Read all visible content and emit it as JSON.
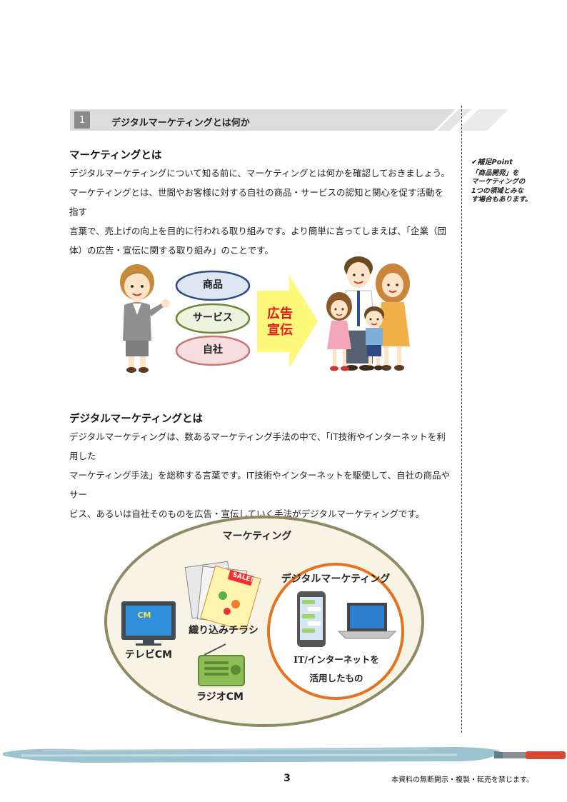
{
  "section": {
    "number": "1",
    "title": "デジタルマーケティングとは何か"
  },
  "side_note": {
    "heading": "✔補足Point",
    "lines": [
      "「商品開発」を",
      "マーケティングの",
      "1つの領域とみな",
      "す場合もあります。"
    ]
  },
  "marketing": {
    "heading": "マーケティングとは",
    "lines": [
      "デジタルマーケティングについて知る前に、マーケティングとは何かを確認しておきましょう。",
      "マーケティングとは、世間やお客様に対する自社の商品・サービスの認知と関心を促す活動を指す",
      "言葉で、売上げの向上を目的に行われる取り組みです。より簡単に言ってしまえば、「企業（団",
      "体）の広告・宣伝に関する取り組み」のことです。"
    ]
  },
  "figure1": {
    "ovals": [
      "商品",
      "サービス",
      "自社"
    ],
    "arrow_lines": [
      "広告",
      "宣伝"
    ],
    "colors": {
      "oval1": "#dde6f3",
      "oval2": "#eef3df",
      "oval3": "#f6dede",
      "arrow": "#fef97a",
      "arrow_text": "#e8171f"
    }
  },
  "digital": {
    "heading": "デジタルマーケティングとは",
    "lines": [
      "デジタルマーケティングは、数あるマーケティング手法の中で、「IT技術やインターネットを利用した",
      "マーケティング手法」を総称する言葉です。IT技術やインターネットを駆使して、自社の商品やサー",
      "ビス、あるいは自社そのものを広告・宣伝していく手法がデジタルマーケティングです。"
    ]
  },
  "figure2": {
    "outer_label": "マーケティング",
    "tv_screen": "CM",
    "tv_label": "テレビCM",
    "flyer_tag": "SALE!",
    "flyer_label": "織り込みチラシ",
    "radio_label": "ラジオCM",
    "inner_label": "デジタルマーケティング",
    "inner_caption_lines": [
      "IT/インターネットを",
      "活用したもの"
    ],
    "colors": {
      "outer_fill": "#f7f4e5",
      "outer_stroke": "#8f8a63",
      "inner_stroke": "#e5721f"
    }
  },
  "footer": {
    "page": "3",
    "note": "本資料の無断開示・複製・転売を禁じます。"
  }
}
